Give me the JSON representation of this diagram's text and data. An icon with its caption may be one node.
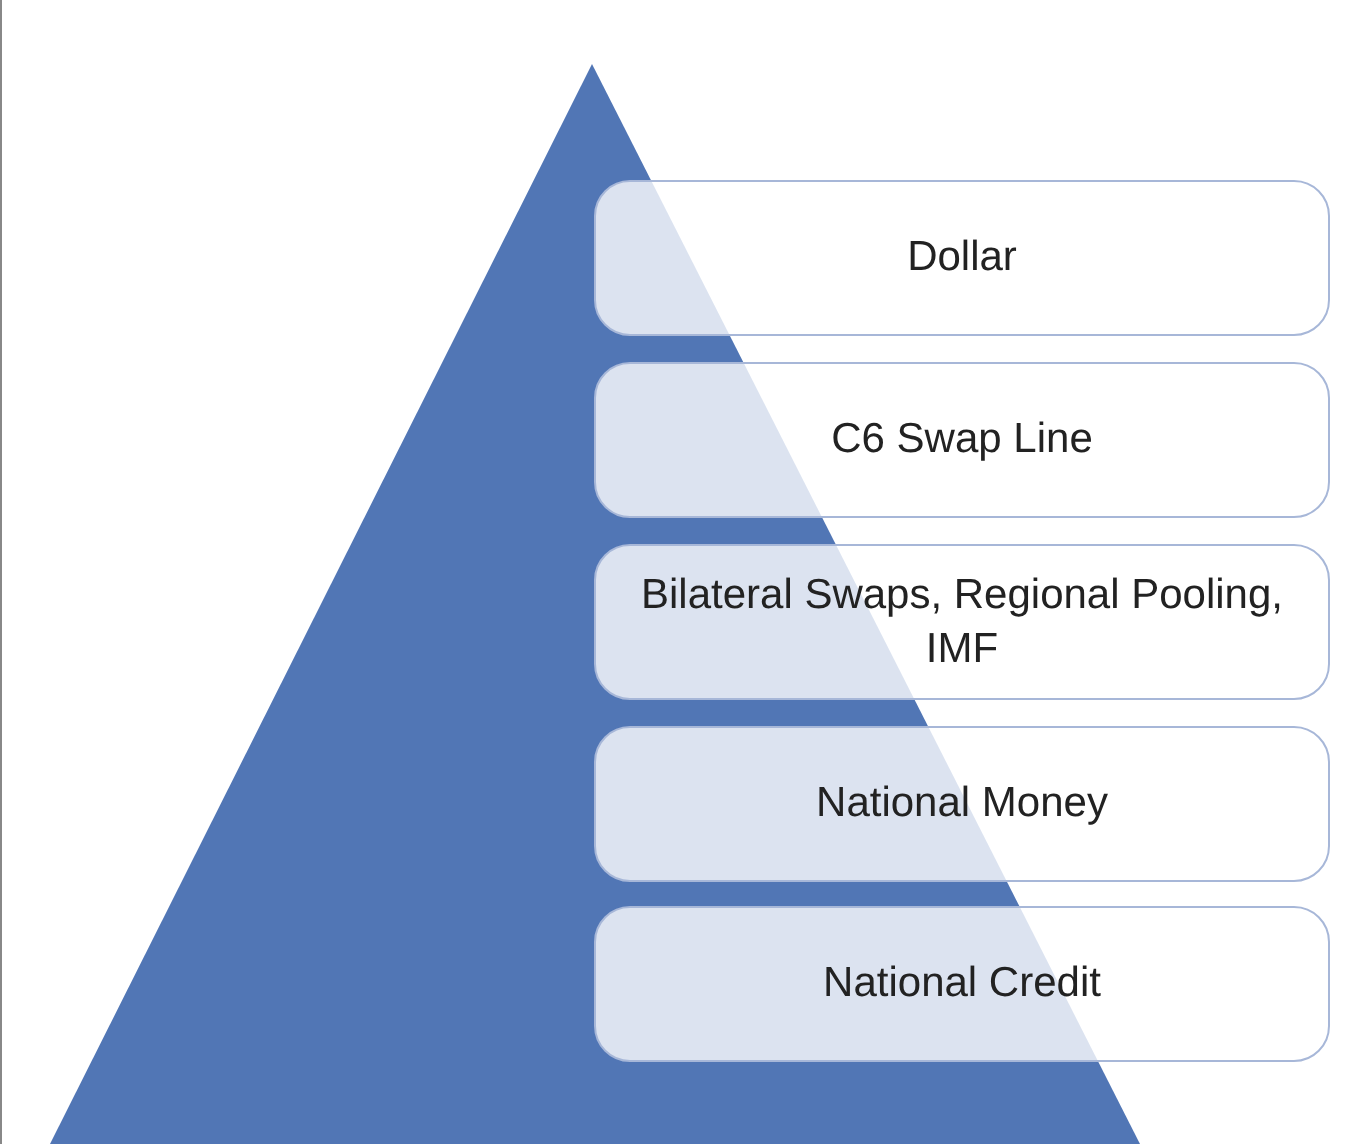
{
  "diagram": {
    "nodes": [
      {
        "text": [
          "Dollar"
        ]
      },
      {
        "text": [
          "C6 Swap Line"
        ]
      },
      {
        "text": [
          "Bilateral Swaps, Regional Pooling, IMF"
        ]
      },
      {
        "text": [
          "National Money"
        ]
      },
      {
        "text": [
          "National Credit"
        ]
      }
    ]
  }
}
